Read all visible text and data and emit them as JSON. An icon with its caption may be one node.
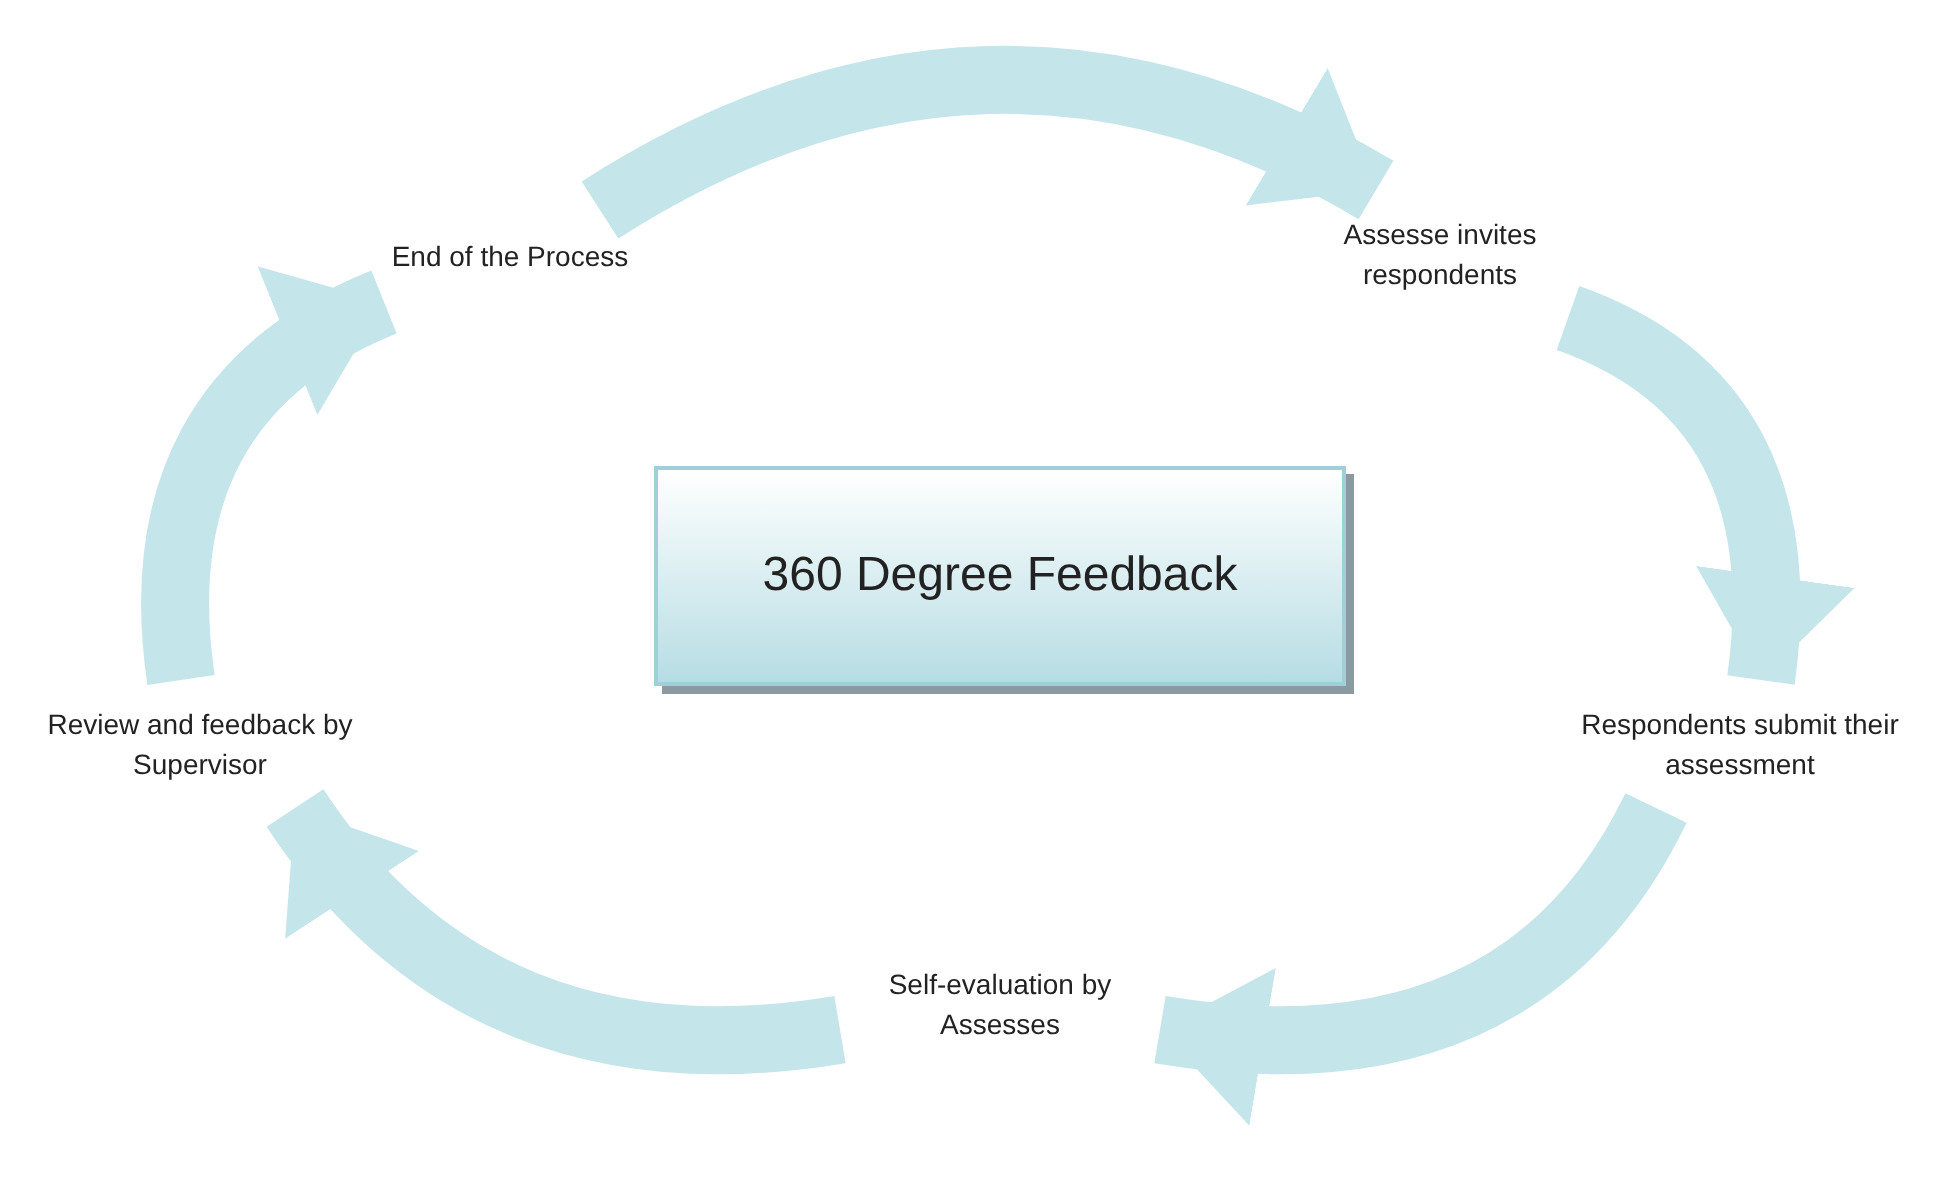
{
  "diagram": {
    "nodes": [
      {
        "text": [
          "360 Degree Feedback"
        ]
      },
      {
        "text": [
          "End of the Process"
        ]
      },
      {
        "text": [
          "Assesse invites respondents"
        ]
      },
      {
        "text": [
          "Respondents submit their assessment"
        ]
      },
      {
        "text": [
          "Self-evaluation by Assesses"
        ]
      },
      {
        "text": [
          "Review and feedback by Supervisor"
        ]
      }
    ],
    "edges": [
      {
        "from": 1,
        "to": 2,
        "arrow": "to"
      },
      {
        "from": 2,
        "to": 3,
        "arrow": "to"
      },
      {
        "from": 3,
        "to": 4,
        "arrow": "to"
      },
      {
        "from": 4,
        "to": 5,
        "arrow": "to"
      },
      {
        "from": 5,
        "to": 1,
        "arrow": "to"
      }
    ]
  }
}
